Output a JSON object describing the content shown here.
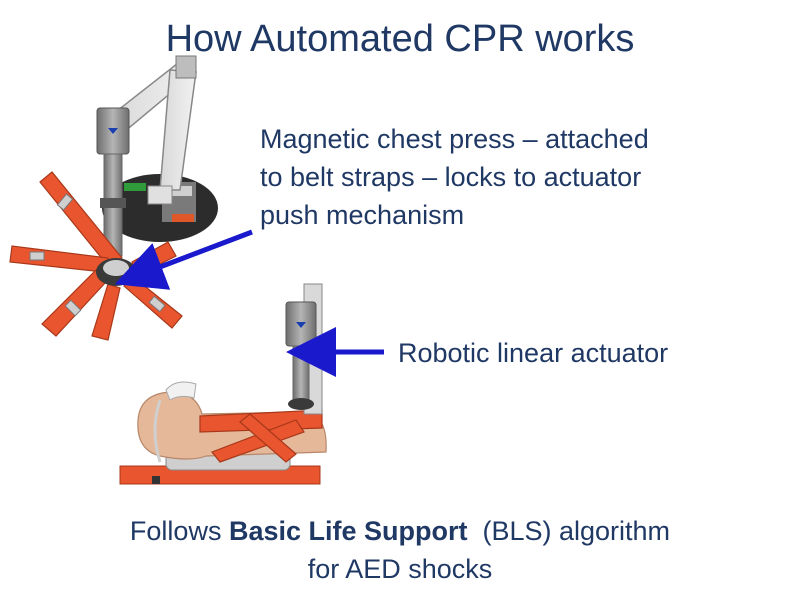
{
  "title": "How Automated CPR works",
  "callouts": {
    "chest_press": [
      "Magnetic chest press – attached",
      "to belt straps – locks to actuator",
      "push mechanism"
    ],
    "actuator": "Robotic linear actuator"
  },
  "footer": {
    "line1_prefix": "Follows ",
    "line1_bold": "Basic Life Support",
    "line1_suffix": "  (BLS) algorithm",
    "line2": "for AED shocks"
  },
  "colors": {
    "text": "#1f3864",
    "arrow": "#1a1acc",
    "strap": "#e8552e",
    "actuator": "#8a8a8a",
    "skin": "#e6b89a"
  }
}
